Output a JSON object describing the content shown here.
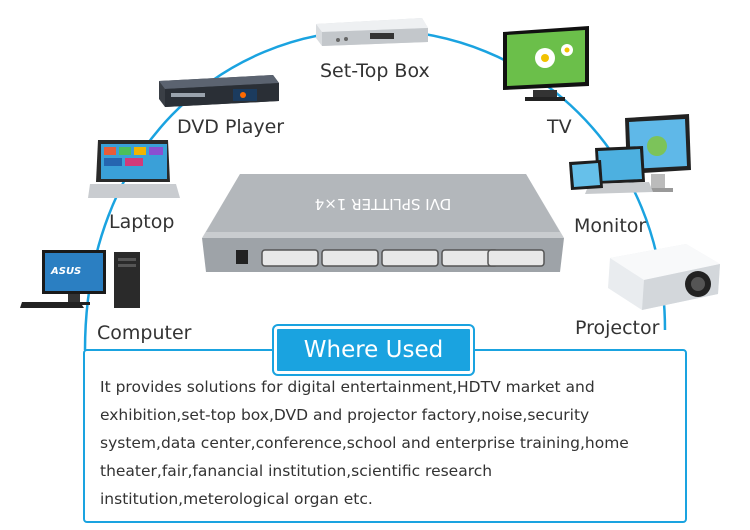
{
  "labels": {
    "settop": "Set-Top Box",
    "dvd": "DVD Player",
    "tv": "TV",
    "laptop": "Laptop",
    "monitor": "Monitor",
    "computer": "Computer",
    "projector": "Projector"
  },
  "device": {
    "panel_text": "DVI SPLITTER 1×4"
  },
  "banner": {
    "title": "Where Used"
  },
  "description": "It provides solutions for digital entertainment,HDTV market and exhibition,set-top box,DVD and projector factory,noise,security system,data center,conference,school and enterprise training,home theater,fair,fanancial institution,scientific research institution,meterological organ etc.",
  "colors": {
    "accent": "#1aa3e0",
    "text": "#333333"
  },
  "icons": [
    "set-top-box-icon",
    "dvd-player-icon",
    "tv-icon",
    "laptop-icon",
    "monitor-icon",
    "computer-icon",
    "projector-icon",
    "dvi-splitter-device"
  ]
}
